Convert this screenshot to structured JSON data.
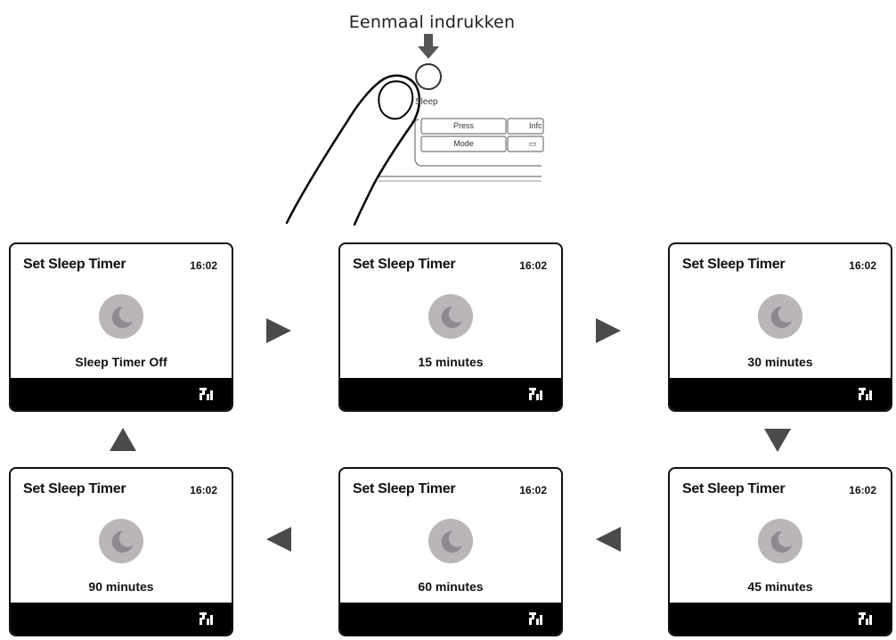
{
  "instruction": "Eenmaal indrukken",
  "device": {
    "sleep_label": "Sleep",
    "buttons": [
      "Press",
      "Info",
      "Mode",
      "▭"
    ]
  },
  "screens": [
    {
      "title": "Set Sleep Timer",
      "clock": "16:02",
      "status": "Sleep Timer Off",
      "icons": {
        "moon": "moon-icon",
        "signal": "signal-strength-icon"
      }
    },
    {
      "title": "Set Sleep Timer",
      "clock": "16:02",
      "status": "15 minutes",
      "icons": {
        "moon": "moon-icon",
        "signal": "signal-strength-icon"
      }
    },
    {
      "title": "Set Sleep Timer",
      "clock": "16:02",
      "status": "30 minutes",
      "icons": {
        "moon": "moon-icon",
        "signal": "signal-strength-icon"
      }
    },
    {
      "title": "Set Sleep Timer",
      "clock": "16:02",
      "status": "45 minutes",
      "icons": {
        "moon": "moon-icon",
        "signal": "signal-strength-icon"
      }
    },
    {
      "title": "Set Sleep Timer",
      "clock": "16:02",
      "status": "60 minutes",
      "icons": {
        "moon": "moon-icon",
        "signal": "signal-strength-icon"
      }
    },
    {
      "title": "Set Sleep Timer",
      "clock": "16:02",
      "status": "90 minutes",
      "icons": {
        "moon": "moon-icon",
        "signal": "signal-strength-icon"
      }
    }
  ],
  "colors": {
    "moon_badge": "#b9b5b8",
    "moon_shape": "#8e8890",
    "arrow": "#4a4a4a",
    "footer": "#000000"
  }
}
